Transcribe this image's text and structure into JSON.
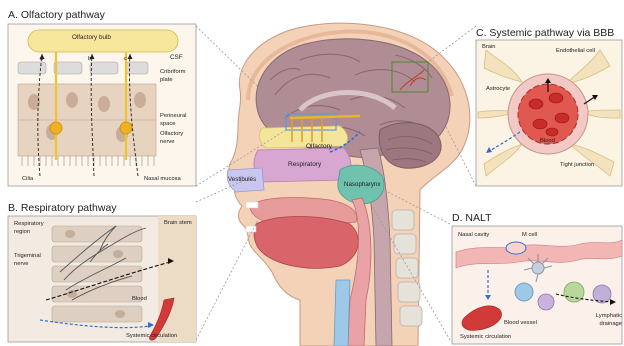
{
  "panels": {
    "a": {
      "title": "A. Olfactory pathway",
      "labels": {
        "bulb": "Olfactory bulb",
        "csf": "CSF",
        "cribriform": "Cribriform plate",
        "perineural": "Perineural space",
        "nerve": "Olfactory nerve",
        "cilia": "Cilia",
        "mucosa": "Nasal mucosa",
        "route_a": "a",
        "route_b": "b",
        "route_c": "c"
      }
    },
    "b": {
      "title": "B. Respiratory pathway",
      "labels": {
        "region": "Respiratory region",
        "trigeminal": "Trigeminal nerve",
        "brainstem": "Brain stem",
        "blood": "Blood",
        "systemic": "Systemic circulation"
      }
    },
    "c": {
      "title": "C. Systemic pathway via BBB",
      "labels": {
        "brain": "Brain",
        "endothelial": "Endothelial cell",
        "astrocyte": "Astrocyte",
        "blood": "Blood",
        "tight": "Tight junction"
      }
    },
    "d": {
      "title": "D. NALT",
      "labels": {
        "nasal_cavity": "Nasal cavity",
        "mcell": "M cell",
        "vessel": "Blood vessel",
        "lymphatic": "Lymphatic drainage",
        "systemic": "Systemic circulation"
      }
    }
  },
  "head": {
    "olfactory": "Olfactory",
    "respiratory": "Respiratory",
    "vestibules": "Vestibules",
    "nasopharynx": "Nasopharynx"
  },
  "colors": {
    "brain": "#b08d95",
    "nerve": "#f2c230",
    "olfactory_zone": "#f3e59a",
    "respiratory_zone": "#d7a6d1",
    "vestibule_zone": "#c9c6ef",
    "nasopharynx_zone": "#6fc2ae",
    "blood": "#d23a3a",
    "skin": "#f4d2b8"
  }
}
